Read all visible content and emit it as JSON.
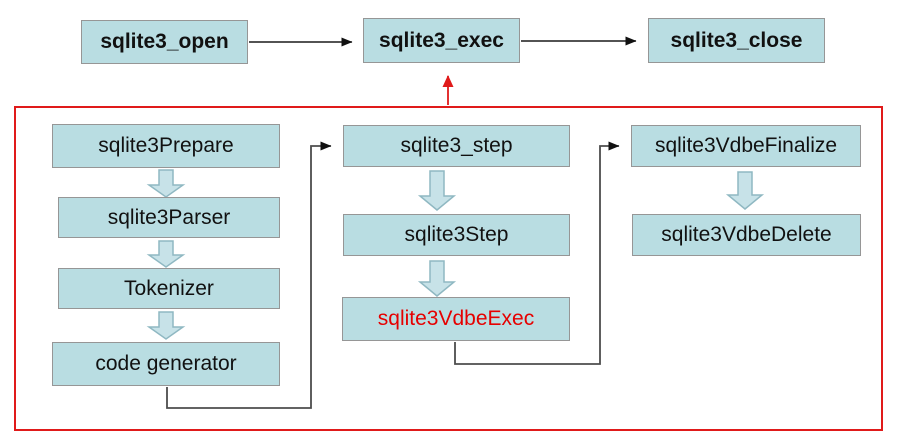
{
  "diagram": {
    "nodes": {
      "open": {
        "label": "sqlite3_open"
      },
      "exec": {
        "label": "sqlite3_exec"
      },
      "close": {
        "label": "sqlite3_close"
      },
      "prepare": {
        "label": "sqlite3Prepare"
      },
      "parser": {
        "label": "sqlite3Parser"
      },
      "tokenizer": {
        "label": "Tokenizer"
      },
      "codegen": {
        "label": "code generator"
      },
      "step": {
        "label": "sqlite3_step"
      },
      "step2": {
        "label": "sqlite3Step"
      },
      "vdbeexec": {
        "label": "sqlite3VdbeExec"
      },
      "finalize": {
        "label": "sqlite3VdbeFinalize"
      },
      "delete": {
        "label": "sqlite3VdbeDelete"
      }
    },
    "edges": [
      {
        "from": "sqlite3_open",
        "to": "sqlite3_exec",
        "type": "arrow"
      },
      {
        "from": "sqlite3_exec",
        "to": "sqlite3_close",
        "type": "arrow"
      },
      {
        "from": "internals-frame",
        "to": "sqlite3_exec",
        "type": "red-arrow"
      },
      {
        "from": "sqlite3Prepare",
        "to": "sqlite3Parser",
        "type": "block-arrow"
      },
      {
        "from": "sqlite3Parser",
        "to": "Tokenizer",
        "type": "block-arrow"
      },
      {
        "from": "Tokenizer",
        "to": "code generator",
        "type": "block-arrow"
      },
      {
        "from": "code generator",
        "to": "sqlite3_step",
        "type": "elbow-arrow"
      },
      {
        "from": "sqlite3_step",
        "to": "sqlite3Step",
        "type": "block-arrow"
      },
      {
        "from": "sqlite3Step",
        "to": "sqlite3VdbeExec",
        "type": "block-arrow"
      },
      {
        "from": "sqlite3VdbeExec",
        "to": "sqlite3VdbeFinalize",
        "type": "elbow-arrow"
      },
      {
        "from": "sqlite3VdbeFinalize",
        "to": "sqlite3VdbeDelete",
        "type": "block-arrow"
      }
    ],
    "colors": {
      "node_fill": "#b9dde2",
      "node_border": "#969696",
      "arrow_fill": "#c7e2e8",
      "arrow_border": "#8fb8c2",
      "accent_red": "#e01a1a",
      "highlight_text": "#e60000",
      "wire": "#4d4d4d"
    }
  }
}
